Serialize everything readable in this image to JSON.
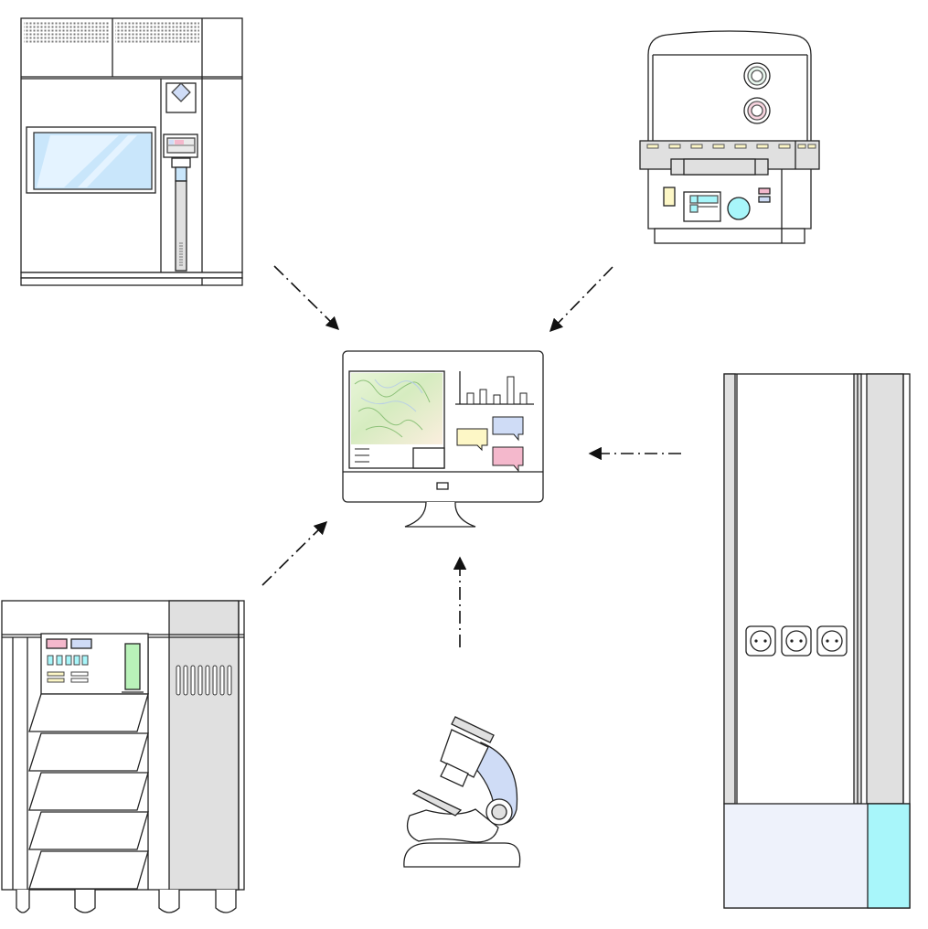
{
  "diagram": {
    "devices": [
      {
        "id": "climate-chamber",
        "icon": "environmental-test-chamber-icon"
      },
      {
        "id": "analyzer",
        "icon": "analyzer-instrument-icon"
      },
      {
        "id": "drawer-cabinet",
        "icon": "drawer-cabinet-icon"
      },
      {
        "id": "tall-cabinet",
        "icon": "power-cabinet-icon"
      },
      {
        "id": "microscope",
        "icon": "microscope-icon"
      },
      {
        "id": "monitor",
        "icon": "computer-monitor-icon"
      }
    ],
    "connections": [
      {
        "from": "climate-chamber",
        "to": "monitor",
        "style": "dash-dot",
        "arrow": "end"
      },
      {
        "from": "analyzer",
        "to": "monitor",
        "style": "dash-dot",
        "arrow": "end"
      },
      {
        "from": "tall-cabinet",
        "to": "monitor",
        "style": "dash-dot",
        "arrow": "end"
      },
      {
        "from": "drawer-cabinet",
        "to": "monitor",
        "style": "dash-dot",
        "arrow": "end"
      },
      {
        "from": "microscope",
        "to": "monitor",
        "style": "dash-dot",
        "arrow": "end"
      }
    ],
    "colors": {
      "stroke": "#222222",
      "glass": "#c9e6fb",
      "light_gray": "#e0e0e0",
      "pink": "#f4b8cc",
      "lavender": "#cfdcf6",
      "pale_yellow": "#fdf7c6",
      "cyan": "#a8f6fa",
      "mint": "#b9f2b9",
      "pale_blue": "#eef2fb"
    }
  }
}
